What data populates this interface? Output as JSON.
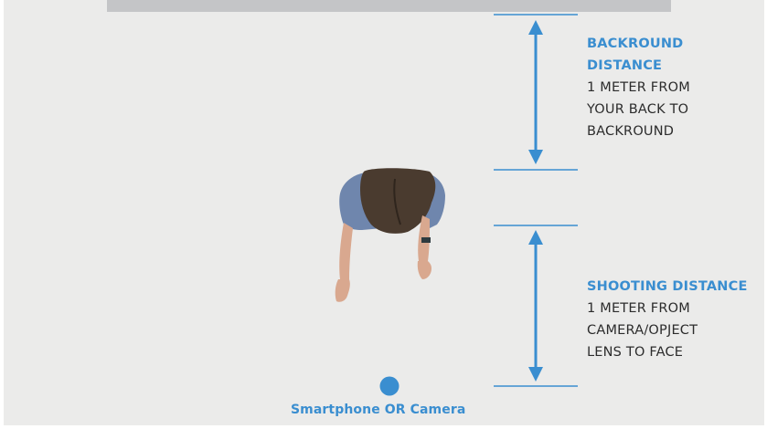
{
  "background_distance": {
    "heading_line1": "BACKROUND",
    "heading_line2": "DISTANCE",
    "lines": [
      "1 METER FROM",
      "YOUR BACK TO",
      "BACKROUND"
    ]
  },
  "shooting_distance": {
    "heading": "SHOOTING DISTANCE",
    "lines": [
      "1 METER FROM",
      "CAMERA/OPJECT",
      "LENS TO FACE"
    ]
  },
  "camera": {
    "label": "Smartphone OR Camera",
    "icon": "camera-dot-icon"
  },
  "subject": {
    "icon": "person-top-view-icon"
  },
  "colors": {
    "accent": "#3a8ed0",
    "text": "#2c2c2c",
    "panel": "#ebebea",
    "backdrop": "#c4c5c7",
    "hair": "#4a3b2f",
    "shirt": "#6f86ad",
    "skin": "#d9a88f"
  }
}
